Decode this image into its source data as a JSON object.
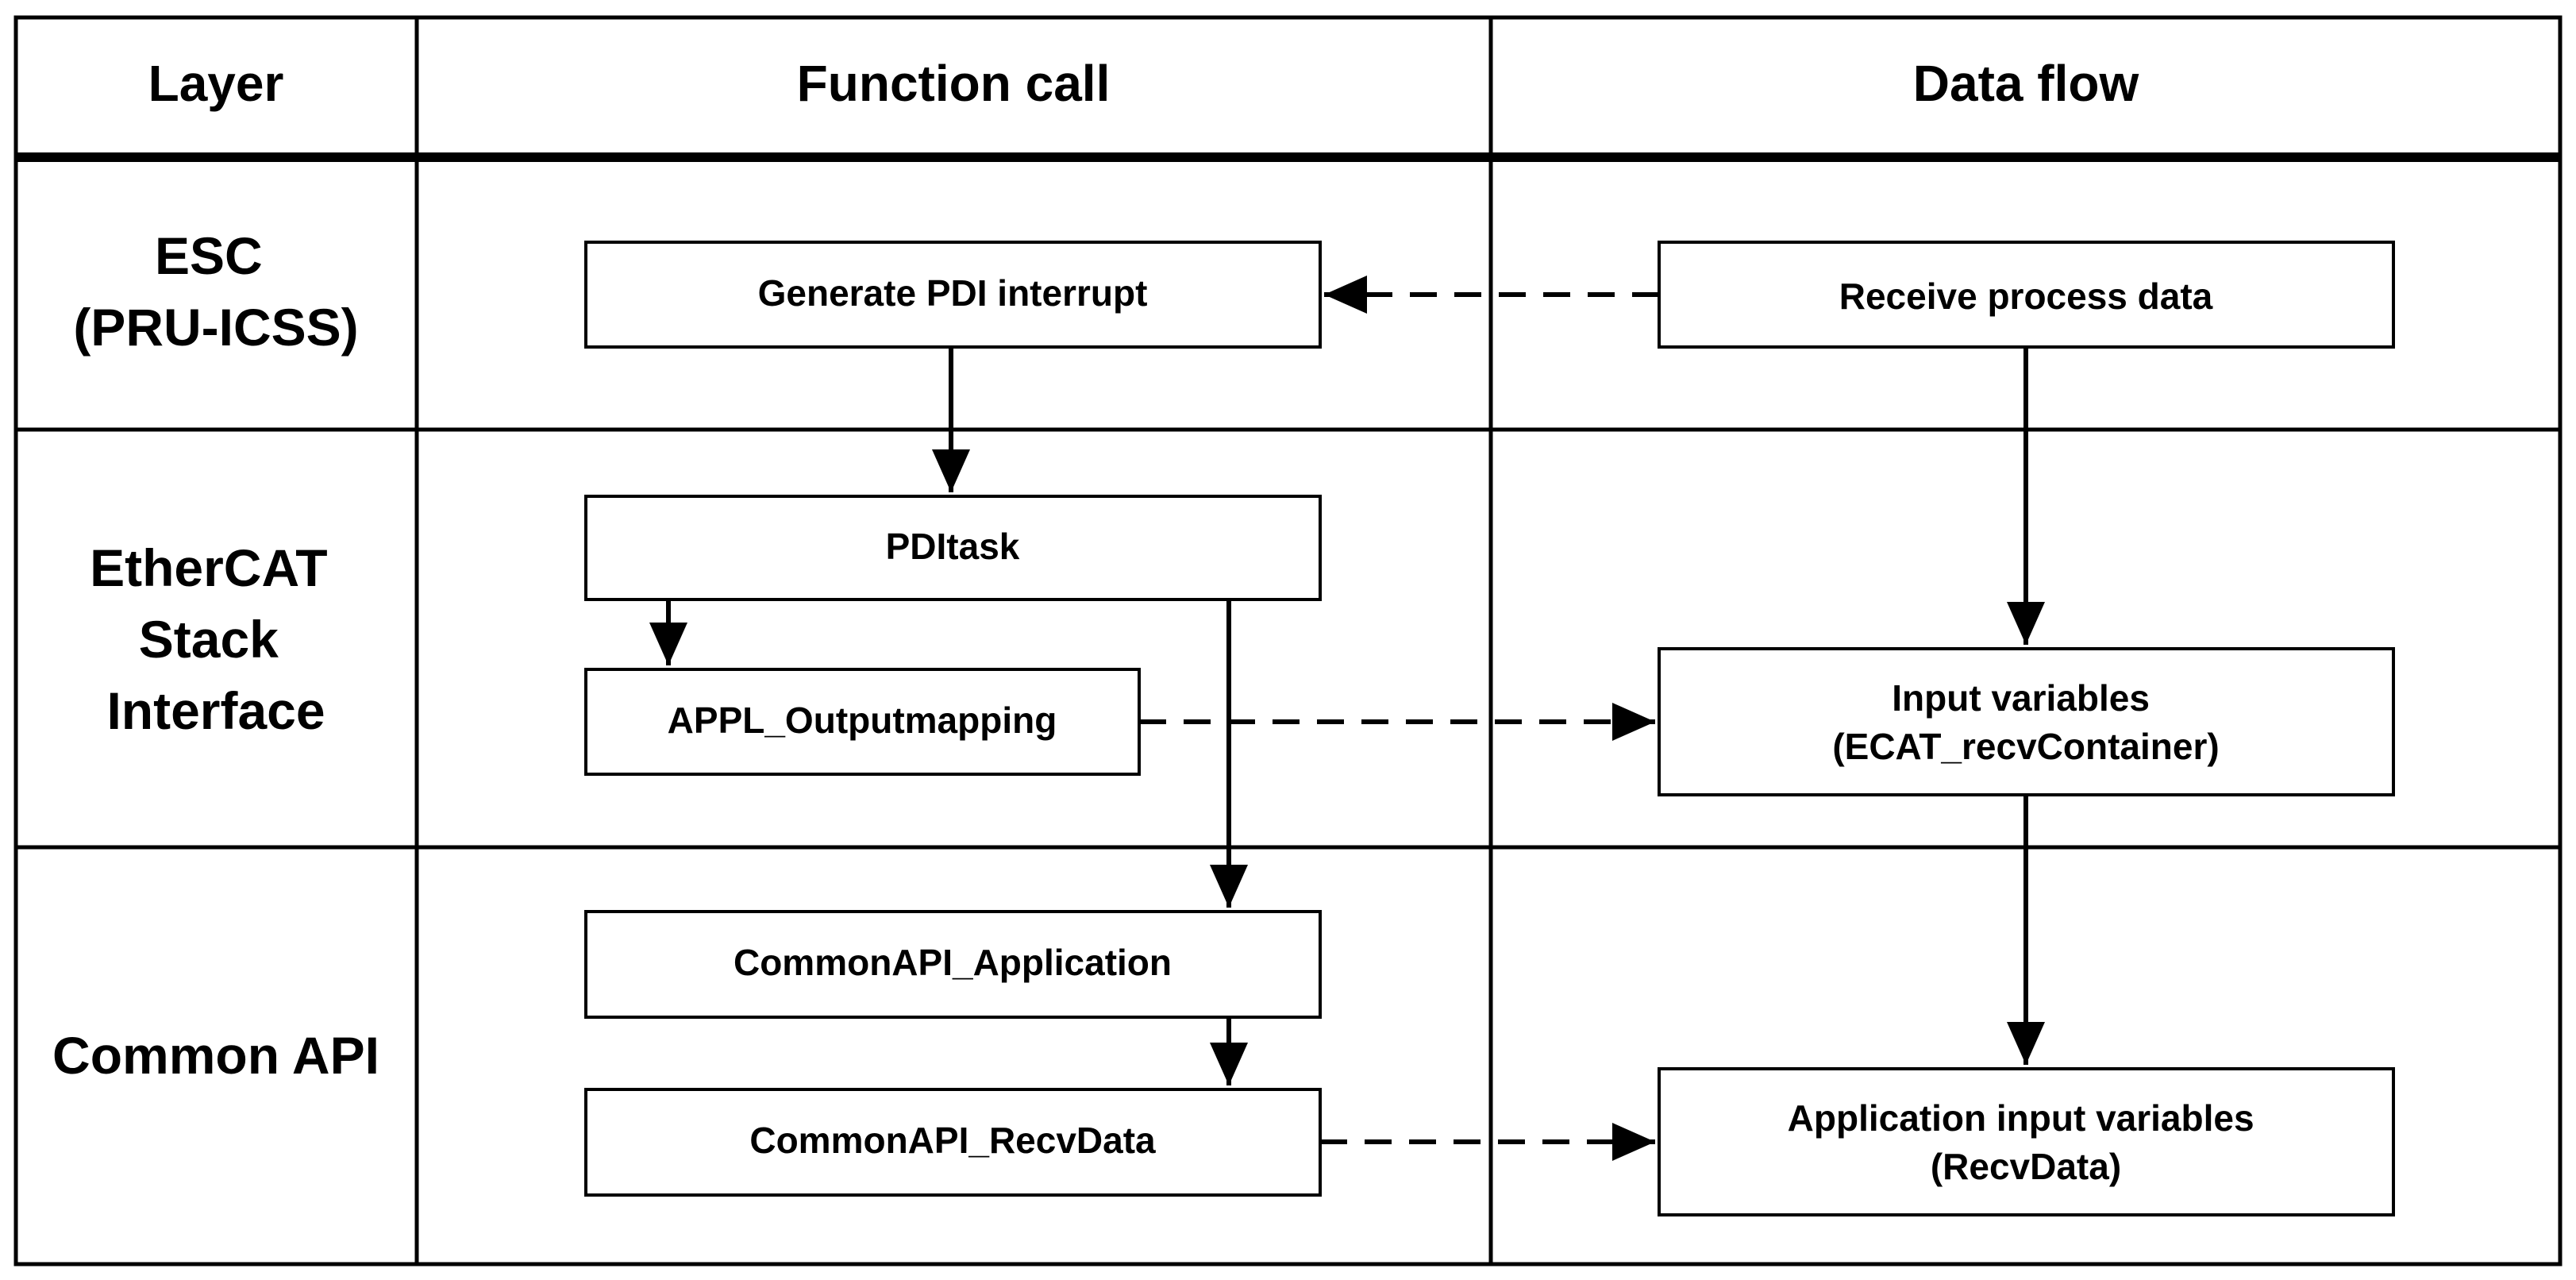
{
  "headers": {
    "layer": "Layer",
    "function_call": "Function call",
    "data_flow": "Data flow"
  },
  "layers": [
    {
      "id": "esc",
      "lines": [
        "ESC",
        "(PRU-ICSS)"
      ]
    },
    {
      "id": "ethercat",
      "lines": [
        "EtherCAT",
        "Stack",
        "Interface"
      ]
    },
    {
      "id": "common",
      "lines": [
        "Common API"
      ]
    }
  ],
  "function_boxes": {
    "generate_pdi": "Generate PDI interrupt",
    "pditask": "PDItask",
    "appl_outputmapping": "APPL_Outputmapping",
    "commonapi_application": "CommonAPI_Application",
    "commonapi_recvdata": "CommonAPI_RecvData"
  },
  "data_boxes": {
    "receive_process_data": [
      "Receive process data"
    ],
    "input_variables": [
      "Input variables",
      "(ECAT_recvContainer)"
    ],
    "app_input_variables": [
      "Application input variables",
      "(RecvData)"
    ]
  }
}
